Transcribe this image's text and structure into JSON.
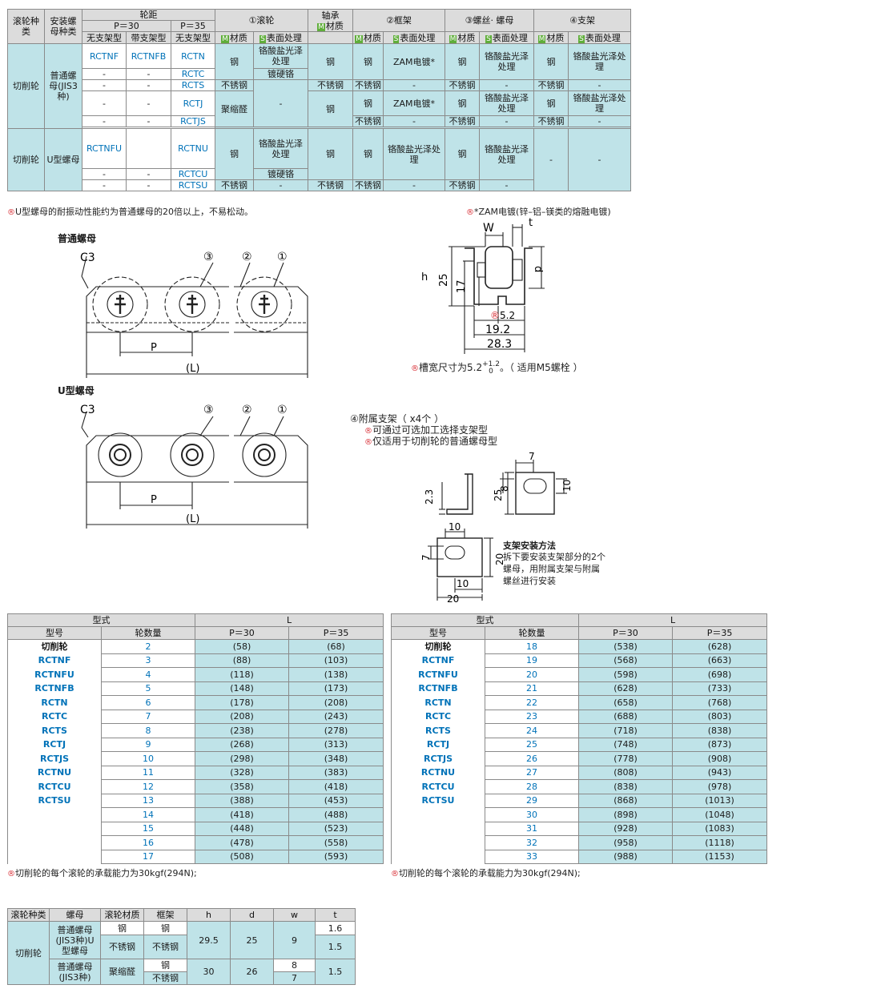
{
  "spec": {
    "h_roller_type": "滚轮种类",
    "h_nut": "安装螺母种类",
    "h_pitch": "轮距",
    "h_p30": "P＝30",
    "h_p35": "P＝35",
    "h_nobracket": "无支架型",
    "h_bracket": "带支架型",
    "h_nobracket2": "无支架型",
    "h_roller": "①滚轮",
    "h_bearing": "轴承",
    "h_frame": "②框架",
    "h_screw": "③螺丝· 螺母",
    "h_support": "④支架",
    "m": "M",
    "s": "S",
    "material": "材质",
    "surface": "表面处理",
    "cutting": "切削轮",
    "normal_nut": "普通螺母(JIS3种)",
    "u_nut": "U型螺母",
    "dash": "-",
    "steel": "钢",
    "ss": "不锈钢",
    "pom": "聚缩醛",
    "chromate": "铬酸盐光泽处理",
    "hardchrome": "镀硬铬",
    "zam": "ZAM电镀*",
    "codes": [
      "RCTNF",
      "RCTNFB",
      "RCTN",
      "RCTC",
      "RCTS",
      "RCTJ",
      "RCTJS",
      "RCTNFU",
      "RCTNU",
      "RCTCU",
      "RCTSU"
    ]
  },
  "notes": {
    "u_vibration": "U型螺母的耐振动性能约为普通螺母的20倍以上，不易松动。",
    "zam": "*ZAM电镀(锌–铝–镁类的熔融电镀)",
    "slot_a": "槽宽尺寸为5.2",
    "slot_sup": "+1.2",
    "slot_sub": "0",
    "slot_b": "。（ 适用M5螺栓 ）",
    "load1": "切削轮的每个滚轮的承载能力为30kgf(294N);",
    "load2": "切削轮的每个滚轮的承载能力为30kgf(294N);"
  },
  "drawings": {
    "normal_title": "普通螺母",
    "u_title": "U型螺母",
    "c3": "C3",
    "c1": "①",
    "c2": "②",
    "c3n": "③",
    "p": "P",
    "l": "(L)",
    "side": {
      "W": "W",
      "t": "t",
      "h": "h",
      "d": "d",
      "d25": "25",
      "d17": "17",
      "d52": "5.2",
      "d192": "19.2",
      "d283": "28.3"
    },
    "bracket": {
      "title": "④附属支架（ x4个 ）",
      "n1": "可通过可选加工选择支架型",
      "n2": "仅适用于切削轮的普通螺母型",
      "d7": "7",
      "d8": "8",
      "d10": "10",
      "d23": "2.3",
      "d25": "25",
      "d10b": "10",
      "d7b": "7",
      "d20": "20",
      "d10c": "10",
      "d20b": "20",
      "method_title": "支架安装方法",
      "method_1": "拆下要安装支架部分的2个",
      "method_2": "螺母，用附属支架与附属",
      "method_3": "螺丝进行安装"
    }
  },
  "ltable": {
    "h_type": "型式",
    "h_model": "型号",
    "h_count": "轮数量",
    "h_L": "L",
    "h_p30": "P＝30",
    "h_p35": "P＝35",
    "models": [
      "切削轮",
      "RCTNF",
      "RCTNFU",
      "RCTNFB",
      "RCTN",
      "RCTC",
      "RCTS",
      "RCTJ",
      "RCTJS",
      "RCTNU",
      "RCTCU",
      "RCTSU"
    ],
    "left": [
      {
        "n": "2",
        "a": "(58)",
        "b": "(68)"
      },
      {
        "n": "3",
        "a": "(88)",
        "b": "(103)"
      },
      {
        "n": "4",
        "a": "(118)",
        "b": "(138)"
      },
      {
        "n": "5",
        "a": "(148)",
        "b": "(173)"
      },
      {
        "n": "6",
        "a": "(178)",
        "b": "(208)"
      },
      {
        "n": "7",
        "a": "(208)",
        "b": "(243)"
      },
      {
        "n": "8",
        "a": "(238)",
        "b": "(278)"
      },
      {
        "n": "9",
        "a": "(268)",
        "b": "(313)"
      },
      {
        "n": "10",
        "a": "(298)",
        "b": "(348)"
      },
      {
        "n": "11",
        "a": "(328)",
        "b": "(383)"
      },
      {
        "n": "12",
        "a": "(358)",
        "b": "(418)"
      },
      {
        "n": "13",
        "a": "(388)",
        "b": "(453)"
      },
      {
        "n": "14",
        "a": "(418)",
        "b": "(488)"
      },
      {
        "n": "15",
        "a": "(448)",
        "b": "(523)"
      },
      {
        "n": "16",
        "a": "(478)",
        "b": "(558)"
      },
      {
        "n": "17",
        "a": "(508)",
        "b": "(593)"
      }
    ],
    "right": [
      {
        "n": "18",
        "a": "(538)",
        "b": "(628)"
      },
      {
        "n": "19",
        "a": "(568)",
        "b": "(663)"
      },
      {
        "n": "20",
        "a": "(598)",
        "b": "(698)"
      },
      {
        "n": "21",
        "a": "(628)",
        "b": "(733)"
      },
      {
        "n": "22",
        "a": "(658)",
        "b": "(768)"
      },
      {
        "n": "23",
        "a": "(688)",
        "b": "(803)"
      },
      {
        "n": "24",
        "a": "(718)",
        "b": "(838)"
      },
      {
        "n": "25",
        "a": "(748)",
        "b": "(873)"
      },
      {
        "n": "26",
        "a": "(778)",
        "b": "(908)"
      },
      {
        "n": "27",
        "a": "(808)",
        "b": "(943)"
      },
      {
        "n": "28",
        "a": "(838)",
        "b": "(978)"
      },
      {
        "n": "29",
        "a": "(868)",
        "b": "(1013)"
      },
      {
        "n": "30",
        "a": "(898)",
        "b": "(1048)"
      },
      {
        "n": "31",
        "a": "(928)",
        "b": "(1083)"
      },
      {
        "n": "32",
        "a": "(958)",
        "b": "(1118)"
      },
      {
        "n": "33",
        "a": "(988)",
        "b": "(1153)"
      }
    ]
  },
  "dims": {
    "h_type": "滚轮种类",
    "h_nut": "螺母",
    "h_mat": "滚轮材质",
    "h_frame": "框架",
    "h_h": "h",
    "h_d": "d",
    "h_w": "w",
    "h_t": "t",
    "type": "切削轮",
    "nut1": "普通螺母(JIS3种)U型螺母",
    "nut2": "普通螺母(JIS3种)",
    "steel": "钢",
    "ss": "不锈钢",
    "pom": "聚缩醛",
    "h1": "29.5",
    "d1": "25",
    "w1": "9",
    "t1a": "1.6",
    "t1b": "1.5",
    "h2": "30",
    "d2": "26",
    "w2a": "8",
    "w2b": "7",
    "t2": "1.5"
  }
}
